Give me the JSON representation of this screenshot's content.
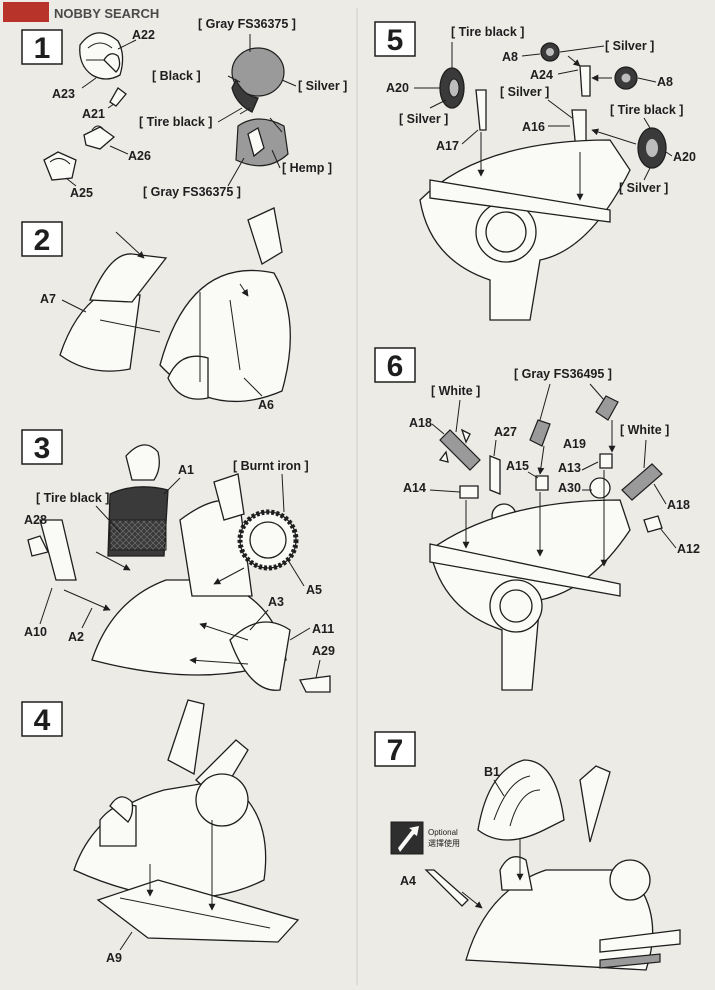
{
  "watermark": "NOBBY SEARCH",
  "steps": [
    {
      "number": "1",
      "callouts": [
        "Gray FS36375",
        "Black",
        "Silver",
        "Tire black",
        "Hemp",
        "Gray FS36375"
      ],
      "parts": [
        "A22",
        "A23",
        "A21",
        "A26",
        "A25"
      ]
    },
    {
      "number": "2",
      "callouts": [],
      "parts": [
        "A7",
        "A6"
      ]
    },
    {
      "number": "3",
      "callouts": [
        "Burnt iron",
        "Tire black"
      ],
      "parts": [
        "A1",
        "A28",
        "A10",
        "A2",
        "A5",
        "A3",
        "A11",
        "A29"
      ]
    },
    {
      "number": "4",
      "callouts": [],
      "parts": [
        "A9"
      ]
    },
    {
      "number": "5",
      "callouts": [
        "Tire black",
        "Silver",
        "Silver",
        "Silver",
        "Tire black",
        "Silver"
      ],
      "parts": [
        "A8",
        "A20",
        "A24",
        "A8",
        "A17",
        "A16",
        "A20"
      ]
    },
    {
      "number": "6",
      "callouts": [
        "Gray FS36495",
        "White",
        "White"
      ],
      "parts": [
        "A18",
        "A27",
        "A19",
        "A15",
        "A13",
        "A14",
        "A30",
        "A18",
        "A12"
      ]
    },
    {
      "number": "7",
      "callouts": [
        "Optional",
        "選擇使用"
      ],
      "parts": [
        "B1",
        "A4"
      ]
    }
  ]
}
